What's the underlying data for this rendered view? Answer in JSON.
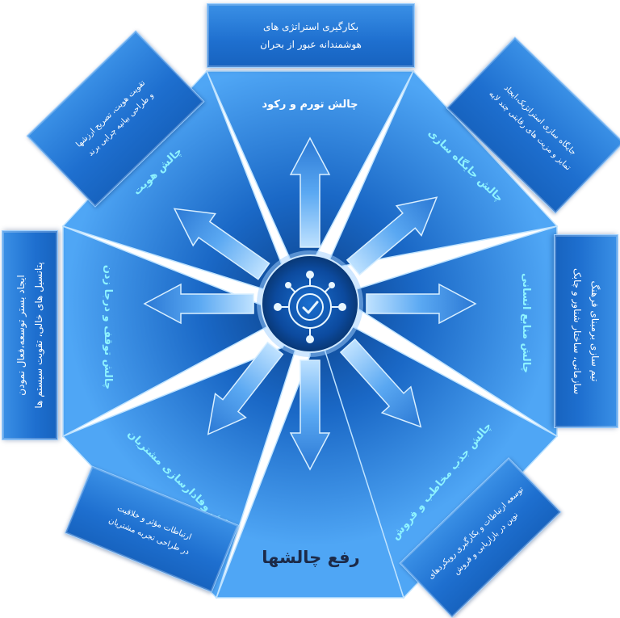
{
  "center_label": "رفع چالشها",
  "colors": {
    "dark": "#0d3f86",
    "mid": "#1f73d2",
    "light": "#5fb0ff",
    "accent": "#8ef3ff",
    "title": "#1c2a48"
  },
  "center_icon": "badge-check-gear-icon",
  "challenges": [
    {
      "id": "inflation",
      "title": "چالش تورم و رکود",
      "desc": [
        "بکارگیری استراتژی های",
        "هوشمندانه عبور از بحران"
      ]
    },
    {
      "id": "positioning",
      "title": "چالش جایگاه سازی",
      "desc": [
        "جایگاه سازی استراتژیک،ایجاد",
        "تمایز و مزیت های رقابتی چند لایه"
      ]
    },
    {
      "id": "hr",
      "title": "چالش منابع انسانی",
      "desc": [
        "تیم سازی برمبنای فرهنگ",
        "سازمانی، ساختار شناور و چابک"
      ]
    },
    {
      "id": "acquisition",
      "title": "چالش جذب مخاطب و فروش",
      "desc": [
        "توسعه ارتباطات و بکارگیری رویکردهای",
        "نوین در بازاریابی و فروش"
      ]
    },
    {
      "id": "loyalty",
      "title": "چالش وفادارسازی مشتریان",
      "desc": [
        "ارتباطات مؤثر و خلاقیت",
        "در طراحی تجربه مشتریان"
      ]
    },
    {
      "id": "stagnation",
      "title": "چالش توقف و درجا زدن",
      "desc": [
        "ایجاد بستر توسعه،فعال نمودن",
        "پتانسیل های خالی، تقویت سیستم ها"
      ]
    },
    {
      "id": "identity",
      "title": "چالش هویت",
      "desc": [
        "تقویت هویت، تصریح ارزشها",
        "و طراحی بیانیه چرایی برند"
      ]
    }
  ]
}
